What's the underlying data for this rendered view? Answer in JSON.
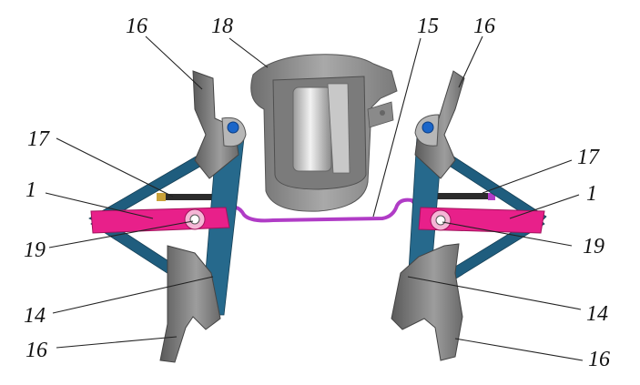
{
  "labels": {
    "l16_top_left": "16",
    "l18": "18",
    "l15": "15",
    "l16_top_right": "16",
    "l17_left": "17",
    "l17_right": "17",
    "l1_left": "1",
    "l1_right": "1",
    "l19_left": "19",
    "l19_right": "19",
    "l14_left": "14",
    "l14_right": "14",
    "l16_bottom_left": "16",
    "l16_bottom_right": "16"
  },
  "colors": {
    "pink_lever": "#e8208a",
    "magenta_rod": "#b03cc6",
    "teal_frame": "#1f5d7e",
    "gray_part": "#8c8c8c",
    "dark_gray": "#4a4a4a",
    "blue_bolt": "#1b66c9"
  }
}
